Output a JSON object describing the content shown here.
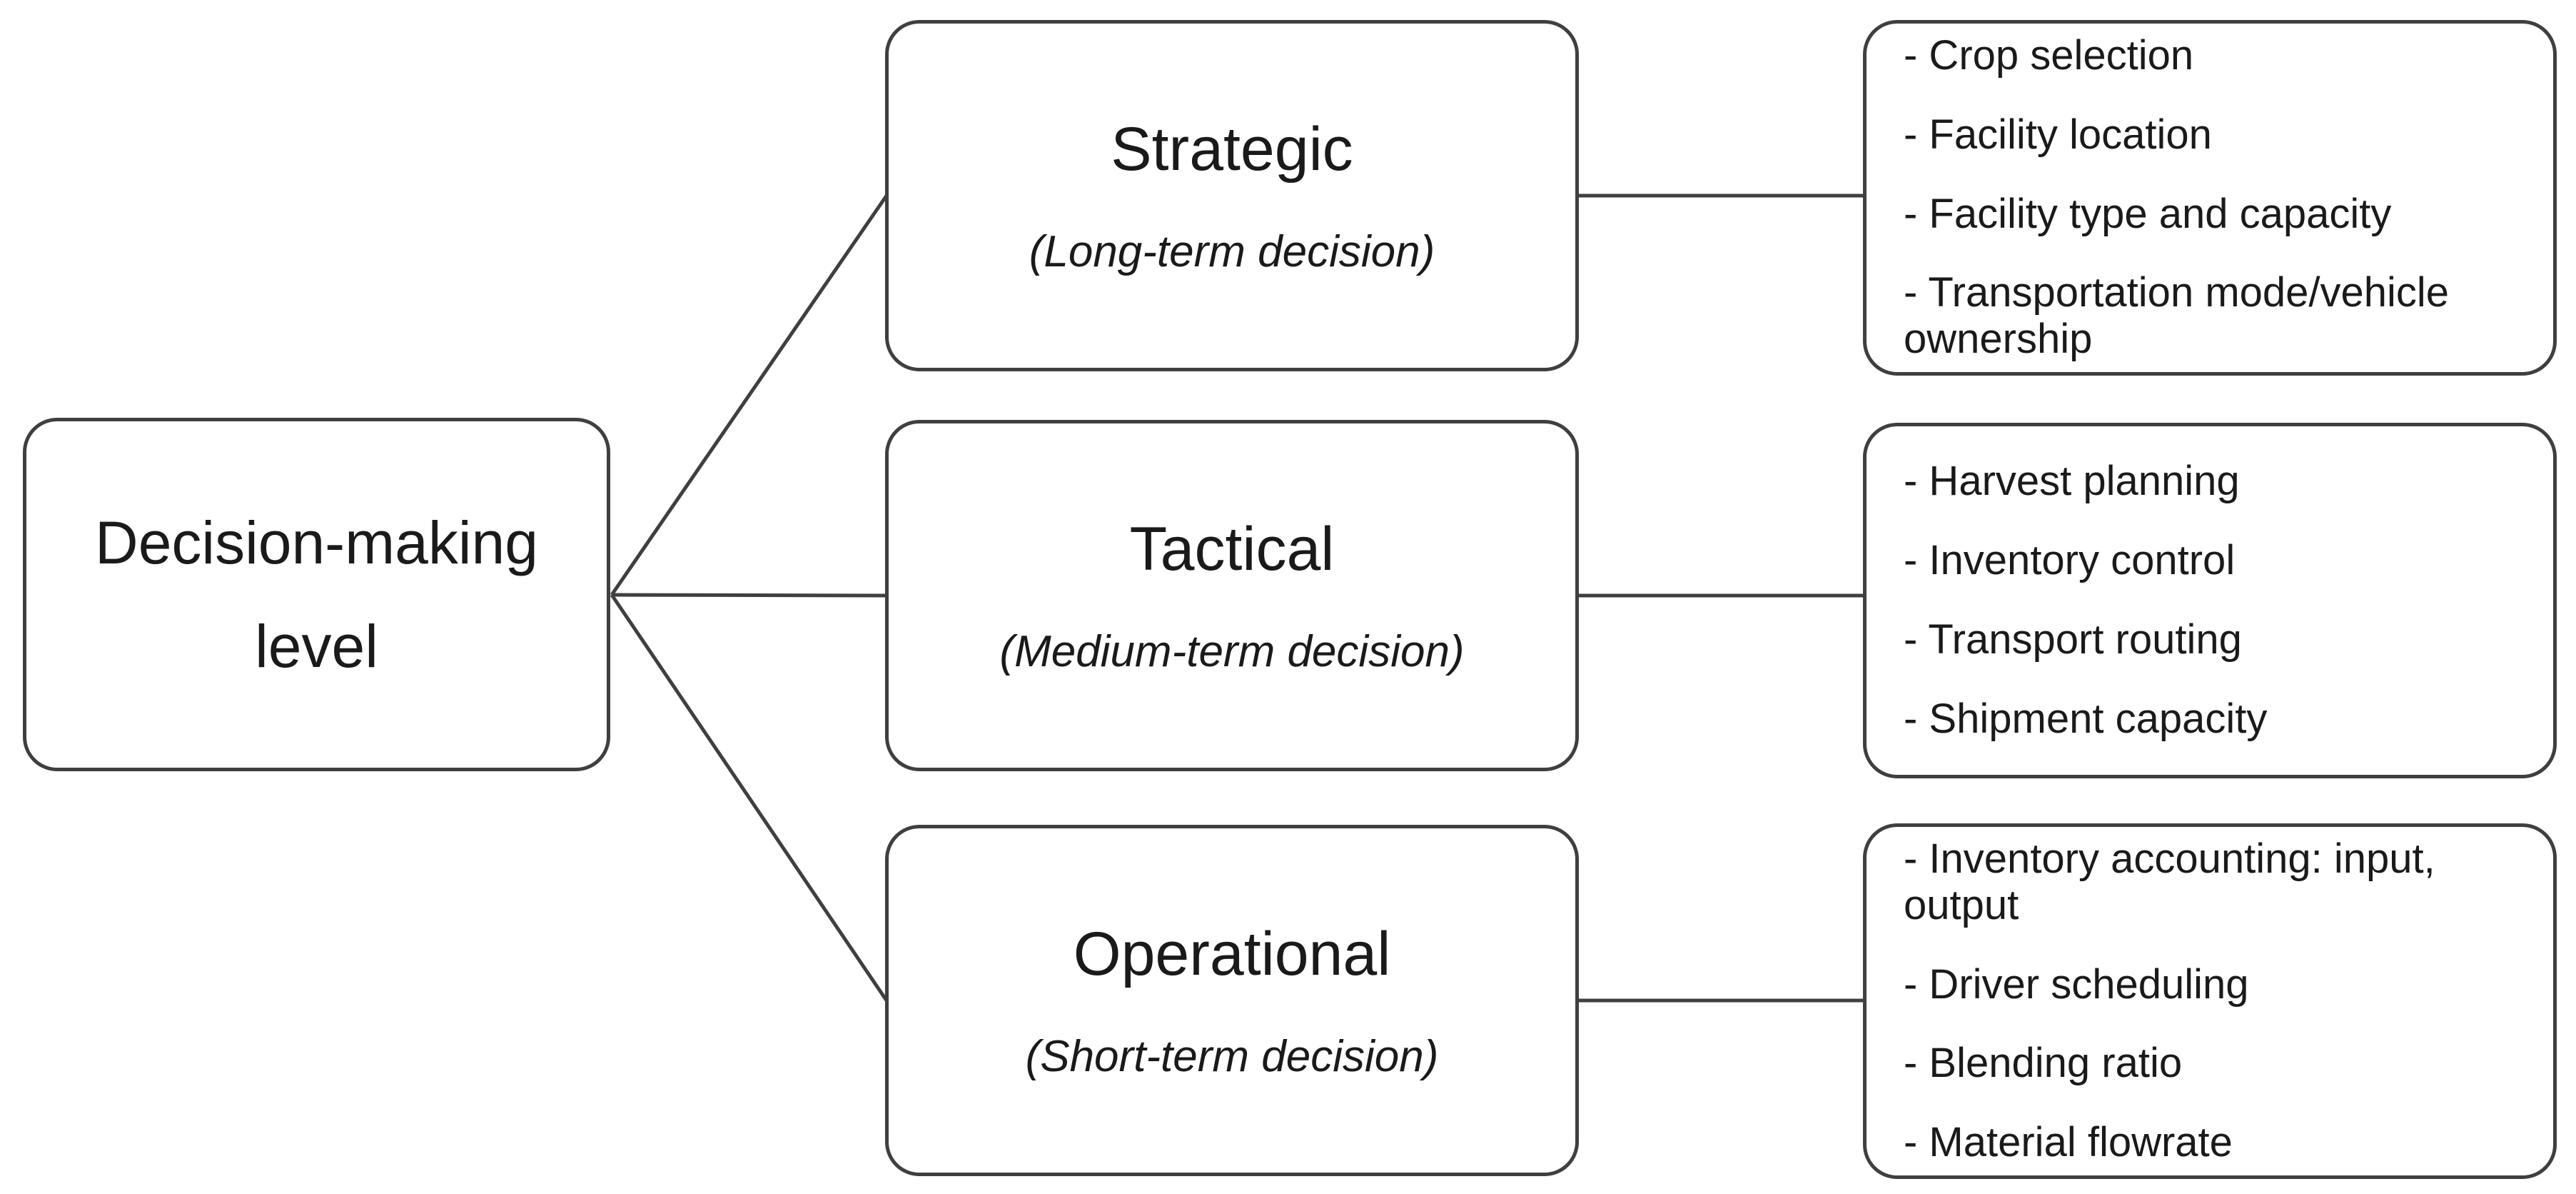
{
  "root_box": {
    "title_line1": "Decision-making",
    "title_line2": "level"
  },
  "levels": [
    {
      "name": "Strategic",
      "subtitle": "(Long-term decision)",
      "items": [
        "- Crop selection",
        "- Facility location",
        "- Facility type and capacity",
        "- Transportation mode/vehicle ownership"
      ]
    },
    {
      "name": "Tactical",
      "subtitle": "(Medium-term decision)",
      "items": [
        "- Harvest planning",
        "- Inventory control",
        "- Transport routing",
        "- Shipment capacity"
      ]
    },
    {
      "name": "Operational",
      "subtitle": "(Short-term decision)",
      "items": [
        "- Inventory accounting: input, output",
        "- Driver scheduling",
        "- Blending ratio",
        "- Material flowrate"
      ]
    }
  ],
  "colors": {
    "border": "#3f3f3f",
    "text": "#1a1a1a",
    "background": "#ffffff"
  }
}
